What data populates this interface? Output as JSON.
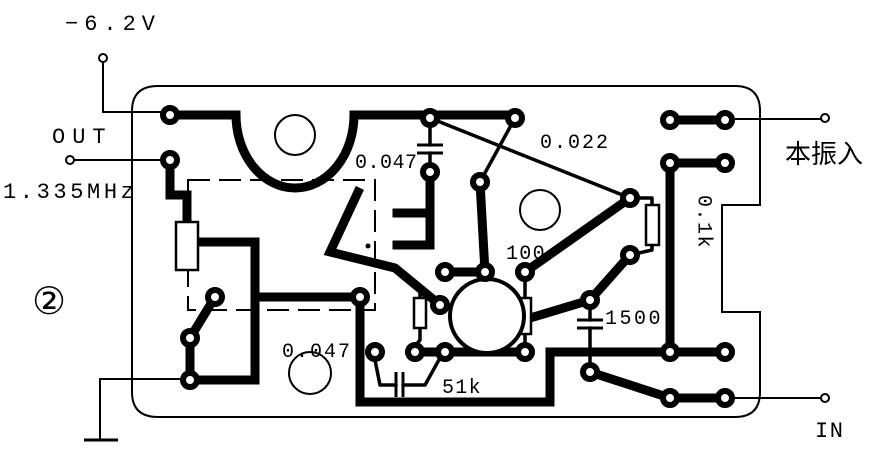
{
  "labels": {
    "supply": "−6.2V",
    "out": "OUT",
    "frequency": "1.335MHz",
    "figure_number": "②",
    "cap_top": "0.047",
    "cap_0022": "0.022",
    "res_100": "100",
    "res_01k": "0.1k",
    "cap_1500": "1500",
    "cap_bottom": "0.047",
    "res_51k": "51k",
    "lo_input": "本振入",
    "input": "IN"
  },
  "colors": {
    "ink": "#000000",
    "paper": "#ffffff"
  }
}
